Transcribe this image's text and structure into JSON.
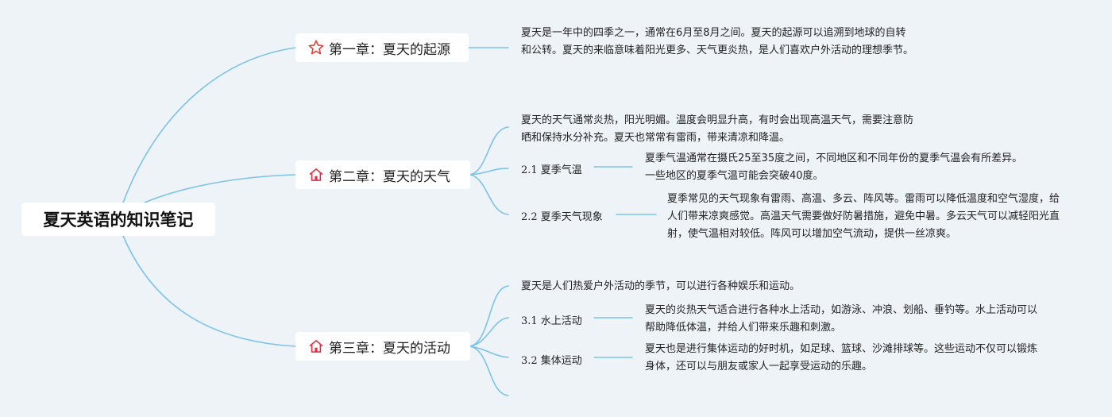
{
  "root": {
    "title": "夏天英语的知识笔记"
  },
  "chapters": [
    {
      "title": "第一章：夏天的起源",
      "icon": "star-icon",
      "icon_color": "#e0463a",
      "notes": [
        "夏天是一年中的四季之一，通常在6月至8月之间。夏天的起源可以追溯到地球的自转和公转。夏天的来临意味着阳光更多、天气更炎热，是人们喜欢户外活动的理想季节。"
      ],
      "sections": []
    },
    {
      "title": "第二章：夏天的天气",
      "icon": "house-icon",
      "icon_color": "#d9364b",
      "notes": [
        "夏天的天气通常炎热，阳光明媚。温度会明显升高，有时会出现高温天气，需要注意防晒和保持水分补充。夏天也常常有雷雨，带来清凉和降温。"
      ],
      "sections": [
        {
          "label": "2.1 夏季气温",
          "text": "夏季气温通常在摄氏25至35度之间，不同地区和不同年份的夏季气温会有所差异。一些地区的夏季气温可能会突破40度。"
        },
        {
          "label": "2.2 夏季天气现象",
          "text": "夏季常见的天气现象有雷雨、高温、多云、阵风等。雷雨可以降低温度和空气湿度，给人们带来凉爽感觉。高温天气需要做好防暑措施，避免中暑。多云天气可以减轻阳光直射，使气温相对较低。阵风可以增加空气流动，提供一丝凉爽。"
        }
      ]
    },
    {
      "title": "第三章：夏天的活动",
      "icon": "house-icon",
      "icon_color": "#d9364b",
      "notes": [
        "夏天是人们热爱户外活动的季节，可以进行各种娱乐和运动。"
      ],
      "sections": [
        {
          "label": "3.1 水上活动",
          "text": "夏天的炎热天气适合进行各种水上活动，如游泳、冲浪、划船、垂钓等。水上活动可以帮助降低体温，并给人们带来乐趣和刺激。"
        },
        {
          "label": "3.2 集体运动",
          "text": "夏天也是进行集体运动的好时机，如足球、篮球、沙滩排球等。这些运动不仅可以锻炼身体，还可以与朋友或家人一起享受运动的乐趣。"
        }
      ]
    }
  ],
  "colors": {
    "background": "#eef3f8",
    "connector": "#7cc3e6",
    "node_fill": "#ffffff"
  }
}
